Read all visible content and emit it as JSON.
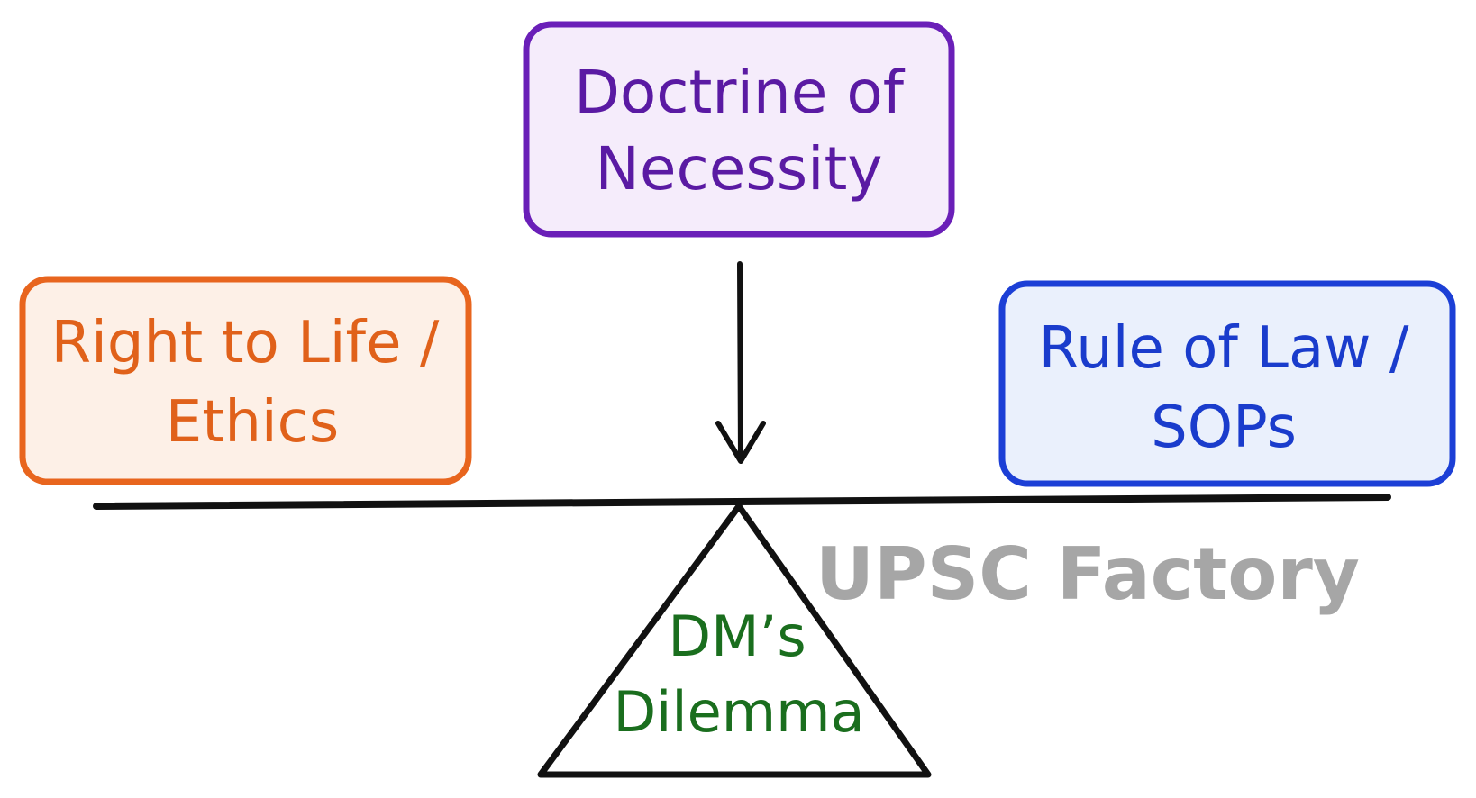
{
  "diagram": {
    "top_box": {
      "line1": "Doctrine of",
      "line2": "Necessity",
      "stroke": "#6a1fb8",
      "fill": "#f5ecfb",
      "text_color": "#5a1aa3"
    },
    "left_box": {
      "line1": "Right to Life /",
      "line2": "Ethics",
      "stroke": "#e8651e",
      "fill": "#fdf0e7",
      "text_color": "#e0611a"
    },
    "right_box": {
      "line1": "Rule of Law /",
      "line2": "SOPs",
      "stroke": "#1c3fd6",
      "fill": "#eaf0fc",
      "text_color": "#1a3ccc"
    },
    "fulcrum": {
      "line1": "DM’s",
      "line2": "Dilemma",
      "stroke": "#111111",
      "text_color": "#1a6e1e"
    },
    "beam_color": "#111111",
    "arrow_color": "#111111"
  },
  "watermark": {
    "text": "UPSC Factory",
    "color": "#a6a6a6"
  }
}
